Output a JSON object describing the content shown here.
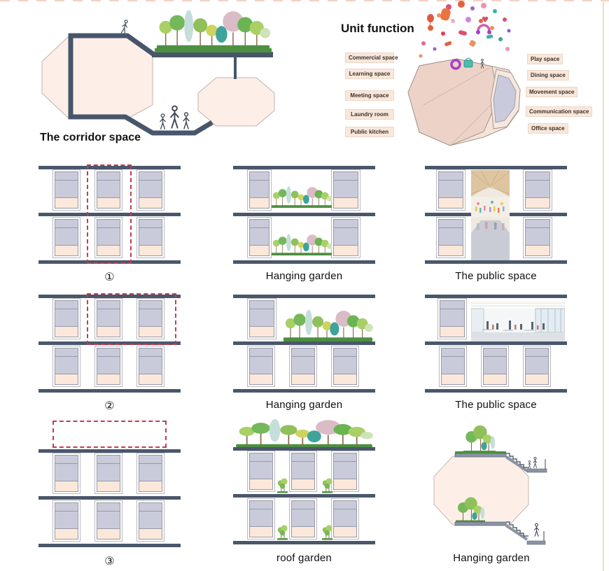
{
  "corridor": {
    "title": "The corridor space"
  },
  "unit_function": {
    "title": "Unit function",
    "left_labels": [
      "Commercial space",
      "Learning space",
      "Meeting space",
      "Laundry room",
      "Public kitchen"
    ],
    "right_labels": [
      "Play space",
      "Dining space",
      "Movement space",
      "Communication space",
      "Office space"
    ]
  },
  "sections": [
    {
      "caption": "①"
    },
    {
      "caption": "Hanging garden"
    },
    {
      "caption": "The public space"
    },
    {
      "caption": "②"
    },
    {
      "caption": "Hanging garden"
    },
    {
      "caption": "The public space"
    },
    {
      "caption": "③"
    },
    {
      "caption": "roof garden"
    },
    {
      "caption": "Hanging garden"
    }
  ],
  "colors": {
    "floor_slab": "#4a576b",
    "unit_upper": "#c9cbda",
    "unit_lower": "#fbe8da",
    "highlight_dashed": "#c23b52",
    "label_box": "#f9e7db",
    "octagon_fill": "#fdefe8",
    "grass": "#4c9040",
    "deck_gray": "#8b94a3"
  }
}
